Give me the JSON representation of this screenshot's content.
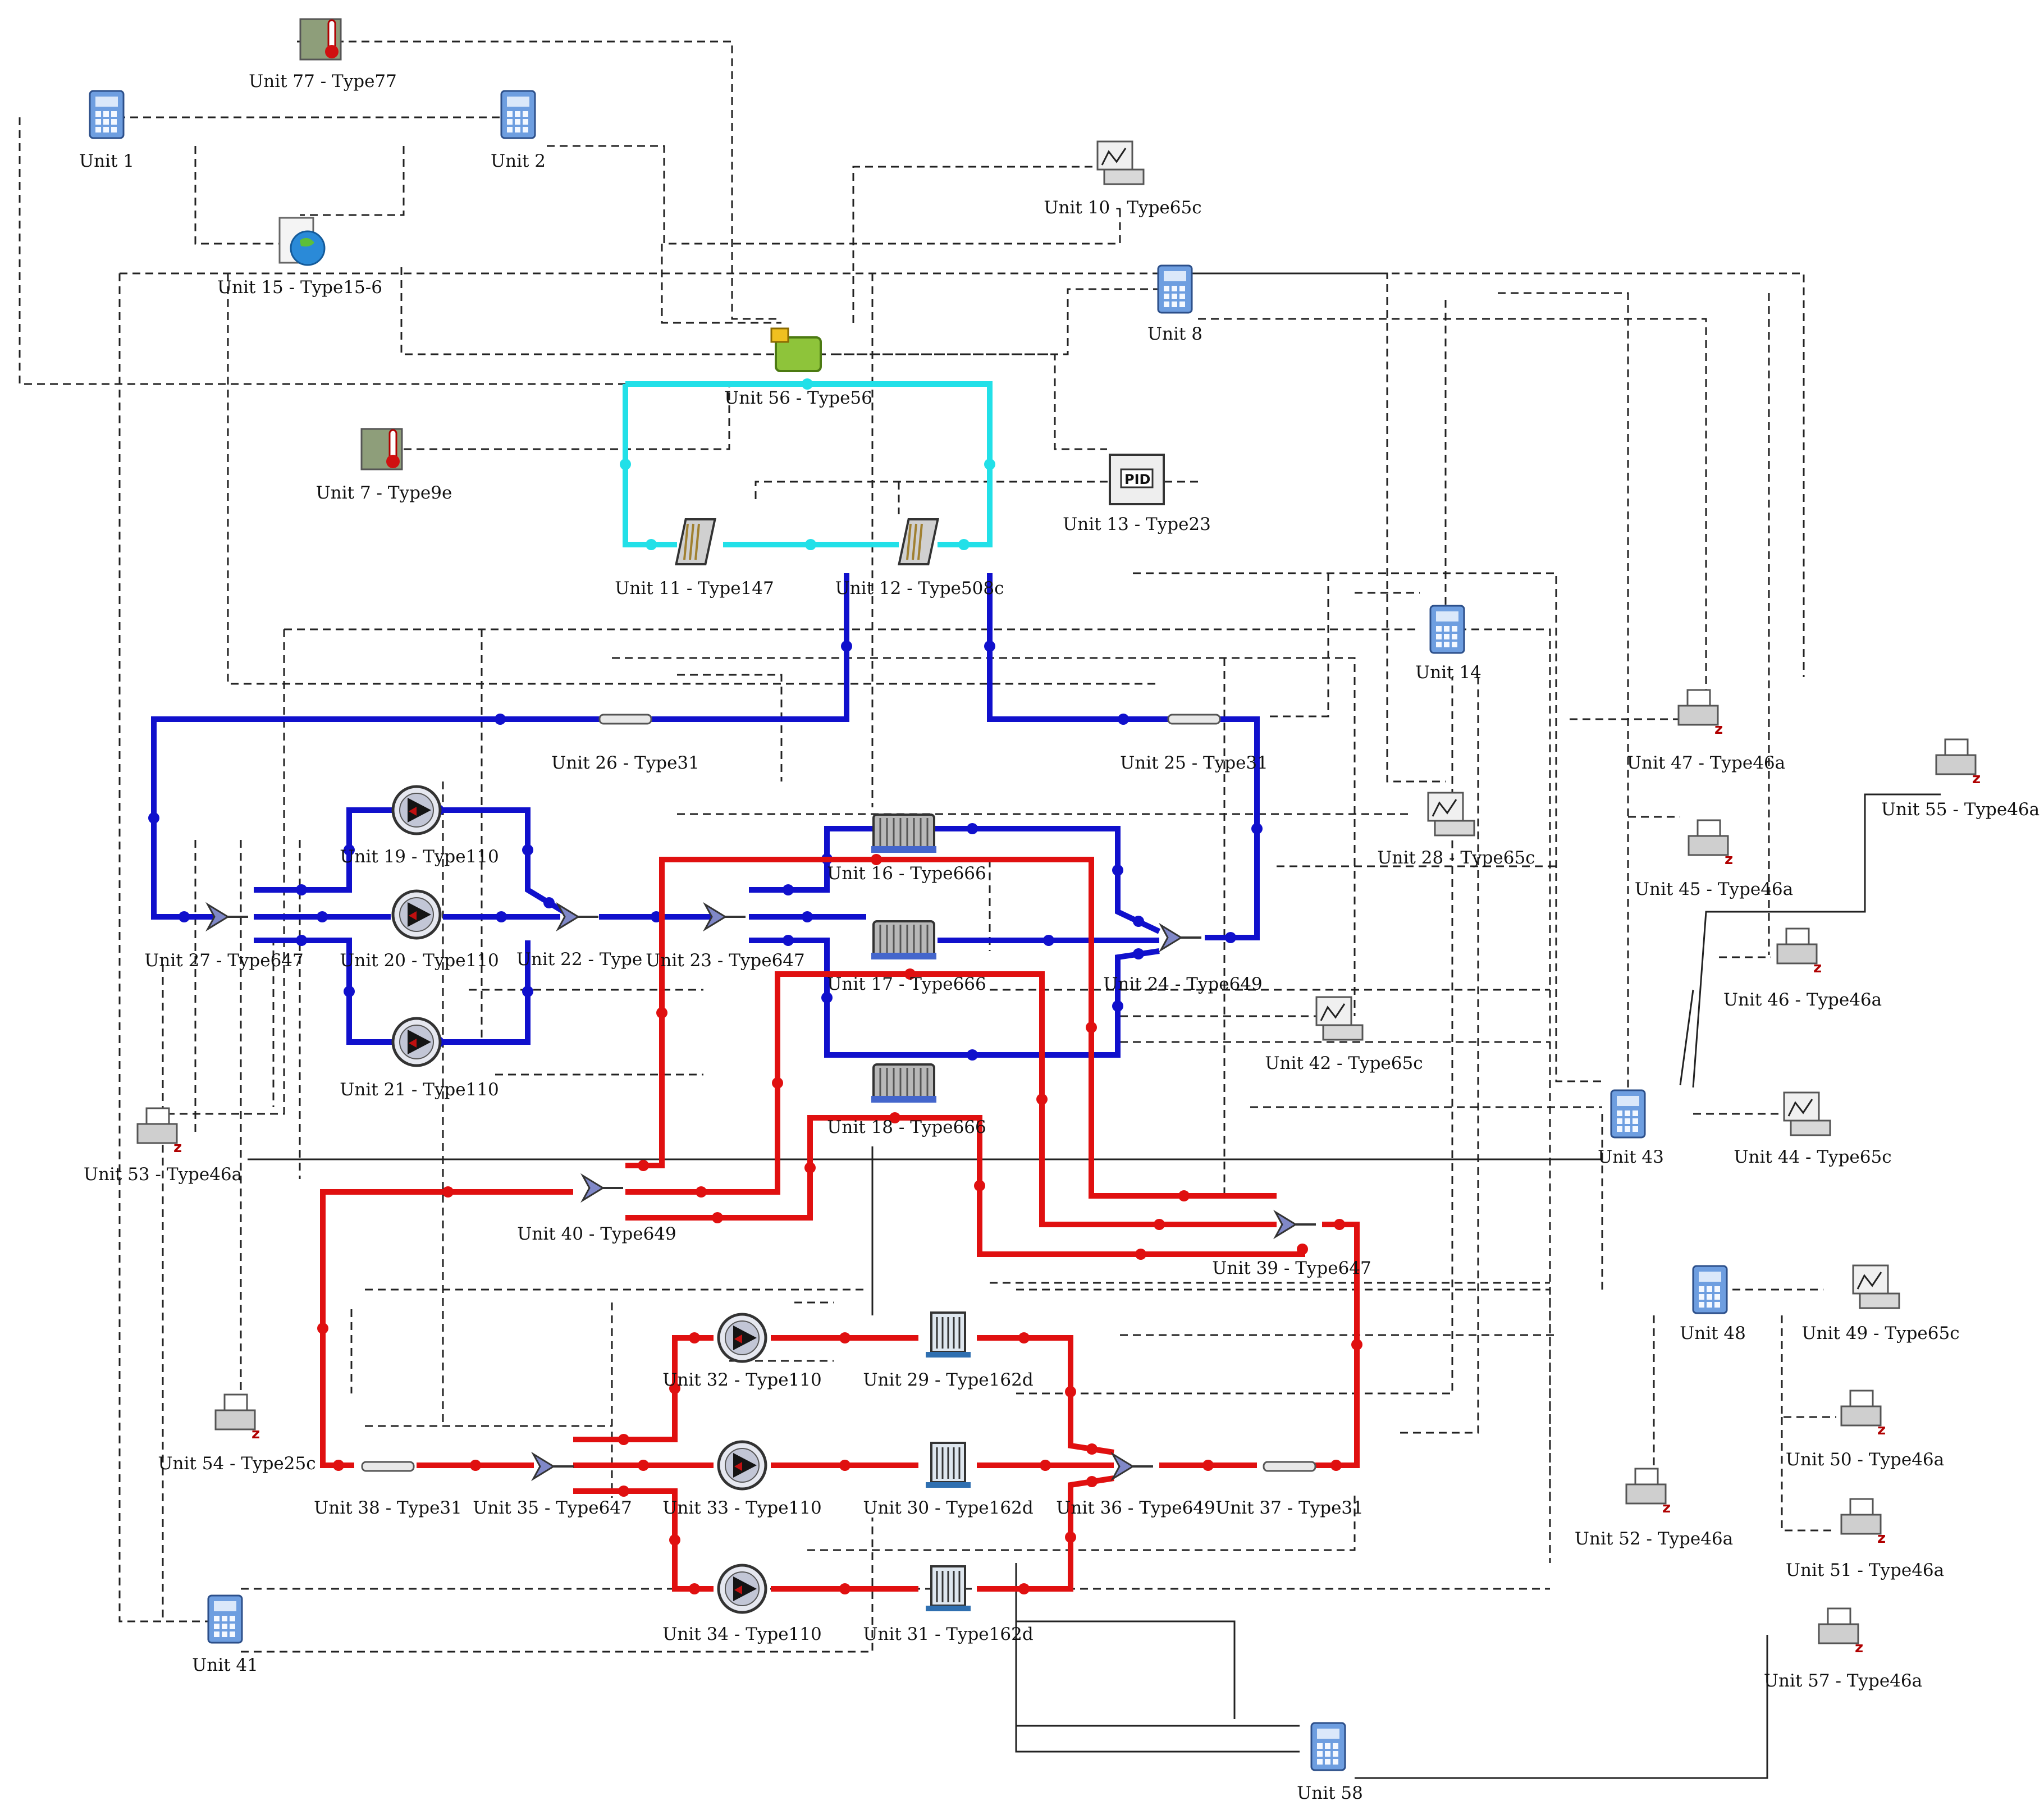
{
  "colors": {
    "hot_loop": "#e01010",
    "cold_loop": "#1010cc",
    "air_loop": "#22e0e8",
    "signal_line": "#222222"
  },
  "units": [
    {
      "id": "u77",
      "label": "Unit 77 - Type77",
      "icon": "thermometer-icon",
      "kind": "data"
    },
    {
      "id": "u1",
      "label": "Unit 1",
      "icon": "calculator-icon",
      "kind": "calc"
    },
    {
      "id": "u2",
      "label": "Unit 2",
      "icon": "calculator-icon",
      "kind": "calc"
    },
    {
      "id": "u10",
      "label": "Unit 10 - Type65c",
      "icon": "plotter-icon",
      "kind": "plot"
    },
    {
      "id": "u15",
      "label": "Unit 15 - Type15-6",
      "icon": "weather-globe-icon",
      "kind": "weather"
    },
    {
      "id": "u8",
      "label": "Unit 8",
      "icon": "calculator-icon",
      "kind": "calc"
    },
    {
      "id": "u56",
      "label": "Unit 56 - Type56",
      "icon": "building-icon",
      "kind": "building"
    },
    {
      "id": "u7",
      "label": "Unit 7 - Type9e",
      "icon": "data-reader-icon",
      "kind": "data"
    },
    {
      "id": "u13",
      "label": "Unit 13 - Type23",
      "icon": "pid-controller-icon",
      "kind": "pid"
    },
    {
      "id": "u11",
      "label": "Unit 11 - Type147",
      "icon": "fan-coil-icon",
      "kind": "hx"
    },
    {
      "id": "u12",
      "label": "Unit 12 - Type508c",
      "icon": "cooling-coil-icon",
      "kind": "hx"
    },
    {
      "id": "u14",
      "label": "Unit 14",
      "icon": "calculator-icon",
      "kind": "calc"
    },
    {
      "id": "u26",
      "label": "Unit 26 - Type31",
      "icon": "pipe-icon",
      "kind": "pipe"
    },
    {
      "id": "u25",
      "label": "Unit 25 - Type31",
      "icon": "pipe-icon",
      "kind": "pipe"
    },
    {
      "id": "u47",
      "label": "Unit 47 - Type46a",
      "icon": "printer-icon",
      "kind": "printer"
    },
    {
      "id": "u55",
      "label": "Unit 55 - Type46a",
      "icon": "printer-icon",
      "kind": "printer"
    },
    {
      "id": "u19",
      "label": "Unit 19 - Type110",
      "icon": "pump-icon",
      "kind": "pump"
    },
    {
      "id": "u16",
      "label": "Unit 16 - Type666",
      "icon": "chiller-icon",
      "kind": "chiller"
    },
    {
      "id": "u28",
      "label": "Unit 28 - Type65c",
      "icon": "plotter-icon",
      "kind": "plot"
    },
    {
      "id": "u45",
      "label": "Unit 45 - Type46a",
      "icon": "printer-icon",
      "kind": "printer"
    },
    {
      "id": "u27",
      "label": "Unit 27 - Type647",
      "icon": "diverter-icon",
      "kind": "diverter"
    },
    {
      "id": "u20",
      "label": "Unit 20 - Type110",
      "icon": "pump-icon",
      "kind": "pump"
    },
    {
      "id": "u22",
      "label": "Unit 22 - Type",
      "icon": "mixer-icon",
      "kind": "diverter"
    },
    {
      "id": "u23",
      "label": "Unit 23 - Type647",
      "icon": "diverter-icon",
      "kind": "diverter"
    },
    {
      "id": "u17",
      "label": "Unit 17 - Type666",
      "icon": "chiller-icon",
      "kind": "chiller"
    },
    {
      "id": "u24",
      "label": "Unit 24 - Type649",
      "icon": "mixer-icon",
      "kind": "diverter"
    },
    {
      "id": "u46",
      "label": "Unit 46 - Type46a",
      "icon": "printer-icon",
      "kind": "printer"
    },
    {
      "id": "u21",
      "label": "Unit 21 - Type110",
      "icon": "pump-icon",
      "kind": "pump"
    },
    {
      "id": "u42",
      "label": "Unit 42 - Type65c",
      "icon": "plotter-icon",
      "kind": "plot"
    },
    {
      "id": "u53",
      "label": "Unit 53 - Type46a",
      "icon": "printer-icon",
      "kind": "printer"
    },
    {
      "id": "u18",
      "label": "Unit 18 - Type666",
      "icon": "chiller-icon",
      "kind": "chiller"
    },
    {
      "id": "u43",
      "label": "Unit 43",
      "icon": "calculator-icon",
      "kind": "calc"
    },
    {
      "id": "u44",
      "label": "Unit 44 - Type65c",
      "icon": "plotter-icon",
      "kind": "plot"
    },
    {
      "id": "u40",
      "label": "Unit 40 - Type649",
      "icon": "mixer-icon",
      "kind": "diverter"
    },
    {
      "id": "u39",
      "label": "Unit 39 - Type647",
      "icon": "diverter-icon",
      "kind": "diverter"
    },
    {
      "id": "u48",
      "label": "Unit 48",
      "icon": "calculator-icon",
      "kind": "calc"
    },
    {
      "id": "u49",
      "label": "Unit 49 - Type65c",
      "icon": "plotter-icon",
      "kind": "plot"
    },
    {
      "id": "u32",
      "label": "Unit 32 - Type110",
      "icon": "pump-icon",
      "kind": "pump"
    },
    {
      "id": "u29",
      "label": "Unit 29 - Type162d",
      "icon": "cooling-tower-icon",
      "kind": "tower"
    },
    {
      "id": "u54",
      "label": "Unit 54 - Type25c",
      "icon": "printer-icon",
      "kind": "printer"
    },
    {
      "id": "u50",
      "label": "Unit 50 - Type46a",
      "icon": "printer-icon",
      "kind": "printer"
    },
    {
      "id": "u38",
      "label": "Unit 38 - Type31",
      "icon": "pipe-icon",
      "kind": "pipe"
    },
    {
      "id": "u35",
      "label": "Unit 35 - Type647",
      "icon": "diverter-icon",
      "kind": "diverter"
    },
    {
      "id": "u33",
      "label": "Unit 33 - Type110",
      "icon": "pump-icon",
      "kind": "pump"
    },
    {
      "id": "u30",
      "label": "Unit 30 - Type162d",
      "icon": "cooling-tower-icon",
      "kind": "tower"
    },
    {
      "id": "u36",
      "label": "Unit 36 - Type649",
      "icon": "mixer-icon",
      "kind": "diverter"
    },
    {
      "id": "u37",
      "label": "Unit 37 - Type31",
      "icon": "pipe-icon",
      "kind": "pipe"
    },
    {
      "id": "u52",
      "label": "Unit 52 - Type46a",
      "icon": "printer-icon",
      "kind": "printer"
    },
    {
      "id": "u51",
      "label": "Unit 51 - Type46a",
      "icon": "printer-icon",
      "kind": "printer"
    },
    {
      "id": "u41",
      "label": "Unit 41",
      "icon": "calculator-icon",
      "kind": "calc"
    },
    {
      "id": "u34",
      "label": "Unit 34 - Type110",
      "icon": "pump-icon",
      "kind": "pump"
    },
    {
      "id": "u31",
      "label": "Unit 31 - Type162d",
      "icon": "cooling-tower-icon",
      "kind": "tower"
    },
    {
      "id": "u57",
      "label": "Unit 57 - Type46a",
      "icon": "printer-icon",
      "kind": "printer"
    },
    {
      "id": "u58",
      "label": "Unit 58",
      "icon": "calculator-icon",
      "kind": "calc"
    }
  ]
}
